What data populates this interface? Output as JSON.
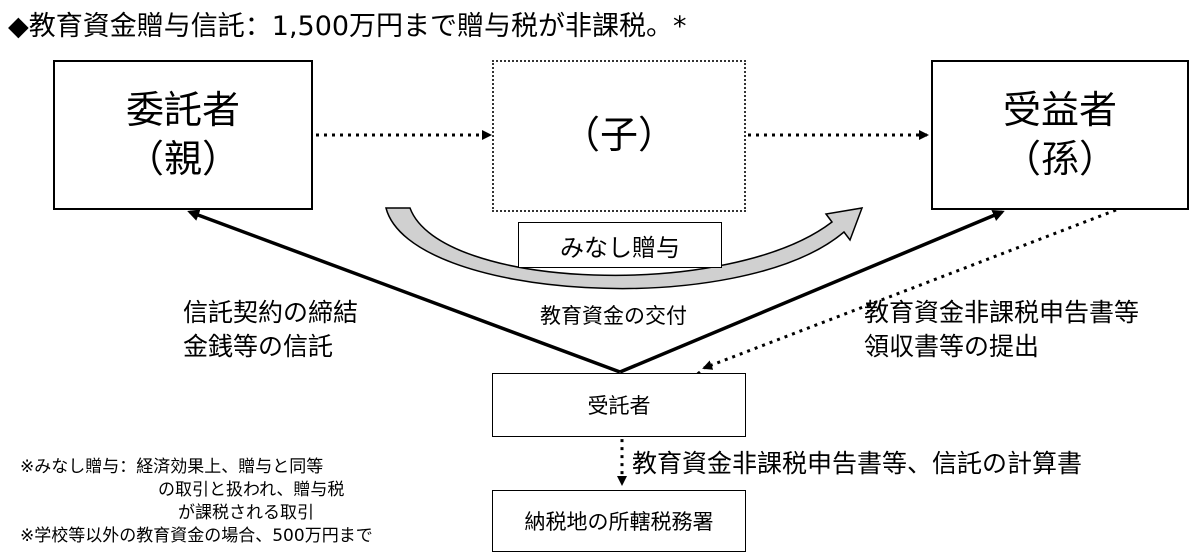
{
  "title": "◆教育資金贈与信託：1,500万円まで贈与税が非課税。*",
  "boxes": {
    "settlor": {
      "line1": "委託者",
      "line2": "（親）"
    },
    "child": {
      "line1": "（子）"
    },
    "beneficiary": {
      "line1": "受益者",
      "line2": "（孫）"
    },
    "deemed_gift": "みなし贈与",
    "trustee": "受託者",
    "tax_office": "納税地の所轄税務署"
  },
  "labels": {
    "left_line1": "信託契約の締結",
    "left_line2": "金銭等の信託",
    "center": "教育資金の交付",
    "right_line1": "教育資金非課税申告書等",
    "right_line2": "領収書等の提出",
    "bottom": "教育資金非課税申告書等、信託の計算書"
  },
  "notes": {
    "line1": "※みなし贈与：経済効果上、贈与と同等",
    "line2": "の取引と扱われ、贈与税",
    "line3": "が課税される取引",
    "line4": "※学校等以外の教育資金の場合、500万円まで"
  },
  "colors": {
    "line": "#000000",
    "curved_arrow_fill": "#d0d0d0"
  }
}
